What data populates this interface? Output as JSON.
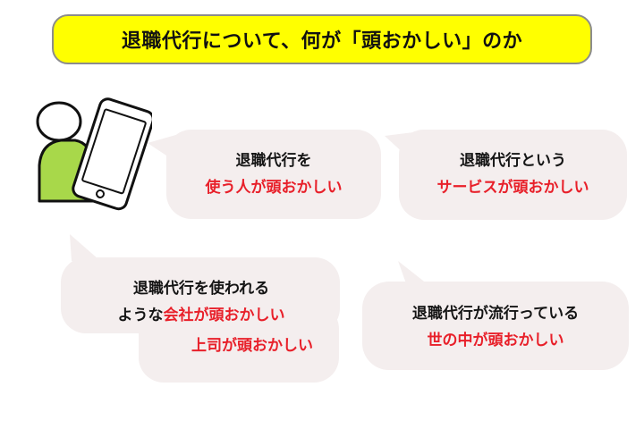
{
  "title": "退職代行について、何が「頭おかしい」のか",
  "colors": {
    "banner_bg": "#FFFF00",
    "banner_border": "#8c8c8c",
    "bubble_bg": "#F4EEEE",
    "emphasis_red": "#E8202A",
    "text_black": "#151515",
    "person_body": "#A8D84A"
  },
  "figure": {
    "icons": [
      "person-icon",
      "smartphone-icon"
    ]
  },
  "bubbles": [
    {
      "line1": "退職代行を",
      "line2_red": "使う人が頭おかしい"
    },
    {
      "line1": "退職代行という",
      "line2_red": "サービスが頭おかしい"
    },
    {
      "line1": "退職代行を使われる",
      "line2_black": "ような",
      "line2_red": "会社が頭おかしい",
      "line3_red": "上司が頭おかしい"
    },
    {
      "line1": "退職代行が流行っている",
      "line2_red": "世の中が頭おかしい"
    }
  ]
}
